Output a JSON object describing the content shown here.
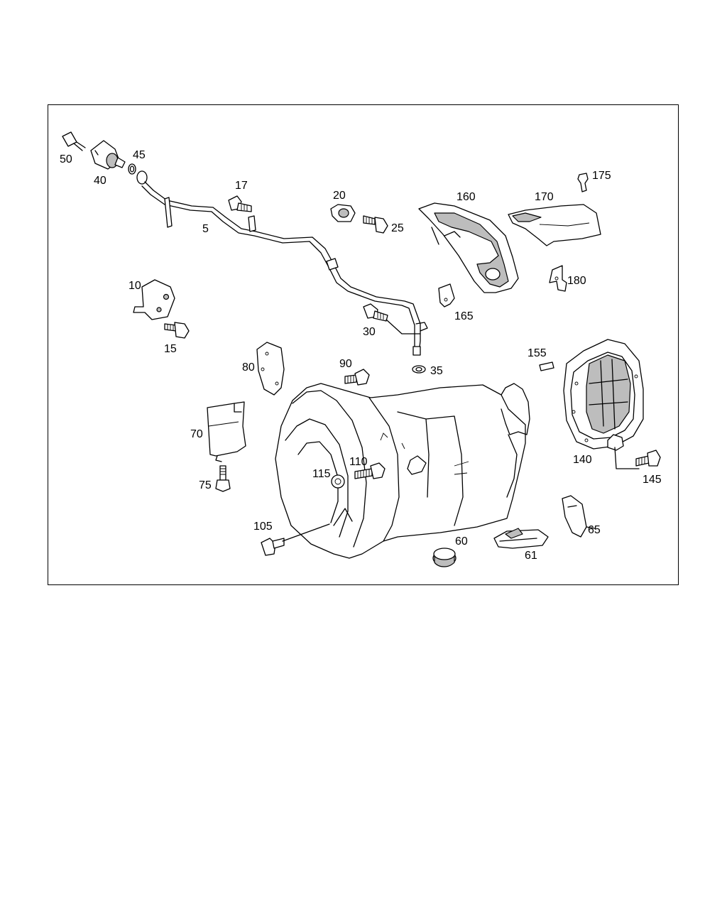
{
  "labels": {
    "p50": "50",
    "p40": "40",
    "p45": "45",
    "p17": "17",
    "p5": "5",
    "p20": "20",
    "p25": "25",
    "p160": "160",
    "p170": "170",
    "p175": "175",
    "p180": "180",
    "p10": "10",
    "p15": "15",
    "p165": "165",
    "p30": "30",
    "p35": "35",
    "p80": "80",
    "p90": "90",
    "p155": "155",
    "p70": "70",
    "p140": "140",
    "p115": "115",
    "p110": "110",
    "p145": "145",
    "p75": "75",
    "p105": "105",
    "p60": "60",
    "p65": "65",
    "p61": "61"
  },
  "colors": {
    "line": "#000000",
    "shade": "#bdbdbd",
    "background": "#ffffff"
  }
}
